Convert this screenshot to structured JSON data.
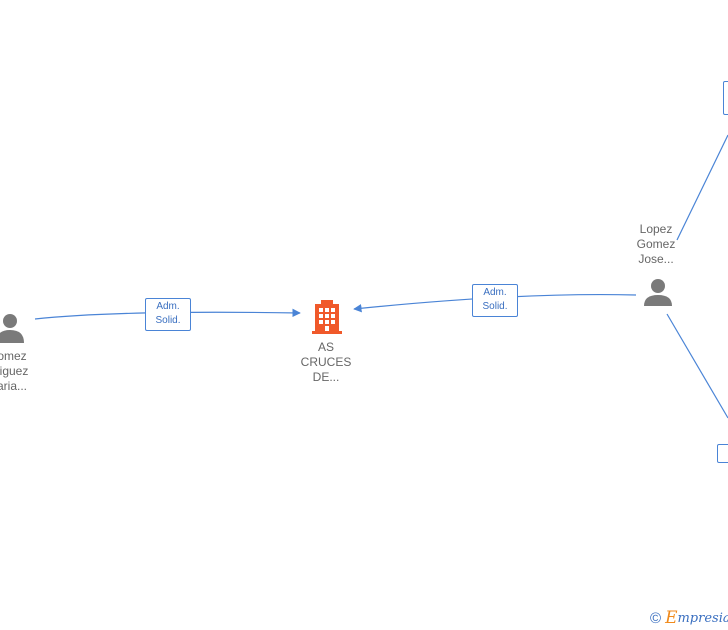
{
  "nodes": {
    "company": {
      "label": "AS\nCRUCES\nDE...",
      "icon": "building-icon",
      "color": "#f0592a"
    },
    "person_left": {
      "label": "omez\nriguez\naria...",
      "icon": "person-icon"
    },
    "person_right": {
      "label": "Lopez\nGomez\nJose...",
      "icon": "person-icon"
    }
  },
  "edges": {
    "left_to_company": {
      "label": "Adm.\nSolid."
    },
    "right_to_company": {
      "label": "Adm.\nSolid."
    }
  },
  "watermark": {
    "symbol": "©",
    "brand_initial": "E",
    "brand_rest": "mpresia"
  },
  "colors": {
    "edge": "#4a84d6",
    "person": "#7a7a7a",
    "company": "#f0592a"
  }
}
